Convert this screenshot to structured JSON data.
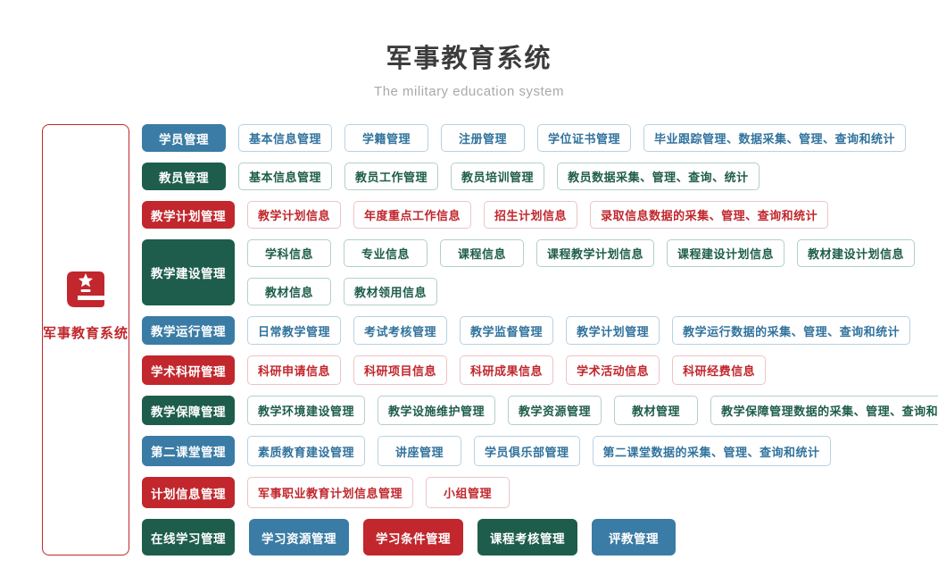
{
  "header": {
    "title": "军事教育系统",
    "subtitle": "The military education system"
  },
  "root": {
    "label": "军事教育系统",
    "icon": "red-book-star-icon"
  },
  "colors": {
    "blue": "#3a7ca5",
    "green": "#1e5d4b",
    "red": "#c1272d"
  },
  "rows": [
    {
      "theme": "blue",
      "header": "学员管理",
      "items": [
        "基本信息管理",
        "学籍管理",
        "注册管理",
        "学位证书管理",
        "毕业跟踪管理、数据采集、管理、查询和统计"
      ]
    },
    {
      "theme": "green",
      "header": "教员管理",
      "items": [
        "基本信息管理",
        "教员工作管理",
        "教员培训管理",
        "教员数据采集、管理、查询、统计"
      ]
    },
    {
      "theme": "red",
      "header": "教学计划管理",
      "items": [
        "教学计划信息",
        "年度重点工作信息",
        "招生计划信息",
        "录取信息数据的采集、管理、查询和统计"
      ]
    },
    {
      "theme": "green",
      "header": "教学建设管理",
      "lines": [
        [
          "学科信息",
          "专业信息",
          "课程信息",
          "课程教学计划信息",
          "课程建设计划信息",
          "教材建设计划信息"
        ],
        [
          "教材信息",
          "教材领用信息"
        ]
      ]
    },
    {
      "theme": "blue",
      "header": "教学运行管理",
      "items": [
        "日常教学管理",
        "考试考核管理",
        "教学监督管理",
        "教学计划管理",
        "教学运行数据的采集、管理、查询和统计"
      ]
    },
    {
      "theme": "red",
      "header": "学术科研管理",
      "items": [
        "科研申请信息",
        "科研项目信息",
        "科研成果信息",
        "学术活动信息",
        "科研经费信息"
      ]
    },
    {
      "theme": "green",
      "header": "教学保障管理",
      "items": [
        "教学环境建设管理",
        "教学设施维护管理",
        "教学资源管理",
        "教材管理",
        "教学保障管理数据的采集、管理、查询和统计"
      ]
    },
    {
      "theme": "blue",
      "header": "第二课堂管理",
      "items": [
        "素质教育建设管理",
        "讲座管理",
        "学员俱乐部管理",
        "第二课堂数据的采集、管理、查询和统计"
      ]
    },
    {
      "theme": "red",
      "header": "计划信息管理",
      "items": [
        "军事职业教育计划信息管理",
        "小组管理"
      ]
    },
    {
      "theme": "green",
      "header": "在线学习管理",
      "solid_items": [
        {
          "label": "学习资源管理",
          "theme": "blue"
        },
        {
          "label": "学习条件管理",
          "theme": "red"
        },
        {
          "label": "课程考核管理",
          "theme": "green"
        },
        {
          "label": "评教管理",
          "theme": "blue"
        }
      ]
    }
  ]
}
